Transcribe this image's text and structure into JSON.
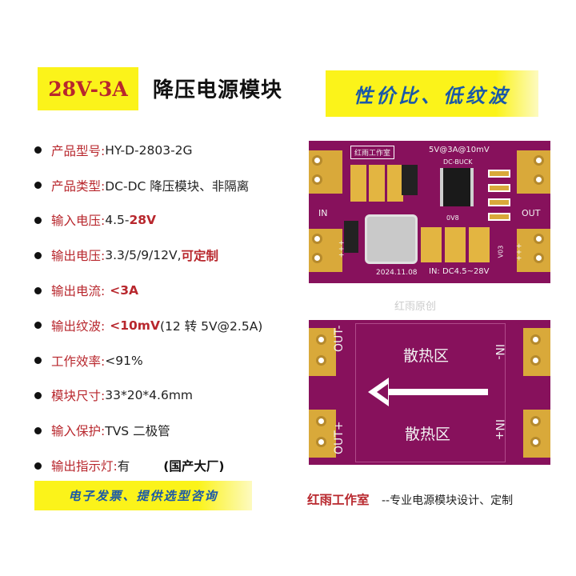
{
  "header": {
    "badge": "28V-3A",
    "title": "降压电源模块",
    "slogan": "性价比、低纹波"
  },
  "specs": [
    {
      "label": "产品型号:",
      "value": "HY-D-2803-2G"
    },
    {
      "label": "产品类型:",
      "value": "DC-DC 降压模块、非隔离"
    },
    {
      "label": "输入电压:",
      "value": "4.5-",
      "highlight": "28V"
    },
    {
      "label": "输出电压:",
      "value": "3.3/5/9/12V,",
      "highlight": "可定制"
    },
    {
      "label": "输出电流:",
      "value": "",
      "highlight": "<3A"
    },
    {
      "label": "输出纹波:",
      "highlight": "<10mV",
      "value_after": " (12 转 5V@2.5A)"
    },
    {
      "label": "工作效率:",
      "value": "<91%"
    },
    {
      "label": "模块尺寸:",
      "value": "33*20*4.6mm"
    },
    {
      "label": "输入保护:",
      "value": "TVS 二极管"
    },
    {
      "label": "输出指示灯:",
      "value": "有",
      "note": "(国产大厂)"
    }
  ],
  "footer": {
    "slogan": "电子发票、提供选型咨询",
    "studio": "红雨工作室",
    "studio_desc": "--专业电源模块设计、定制"
  },
  "pcb_top": {
    "studio_label": "红雨工作室",
    "spec_label": "5V@3A@10mV",
    "chip_label": "DC-BUCK",
    "in_label": "IN",
    "out_label": "OUT",
    "led_label": "0V8",
    "date_label": "2024.11.08",
    "input_label": "IN: DC4.5~28V",
    "version_label": "V03",
    "plus_left": "+++",
    "minus_left": "---",
    "plus_right": "+++",
    "minus_right": "---"
  },
  "pcb_bottom": {
    "out_minus": "OUT-",
    "out_plus": "OUT+",
    "in_minus": "IN-",
    "in_plus": "IN+",
    "heat_top": "散热区",
    "heat_bottom": "散热区"
  },
  "watermark": "红雨原创",
  "colors": {
    "accent_red": "#b8272d",
    "highlight_yellow": "#fbf31a",
    "slogan_blue": "#1a58a8",
    "pcb_purple": "#87115c",
    "pad_gold": "#d9a93a"
  }
}
